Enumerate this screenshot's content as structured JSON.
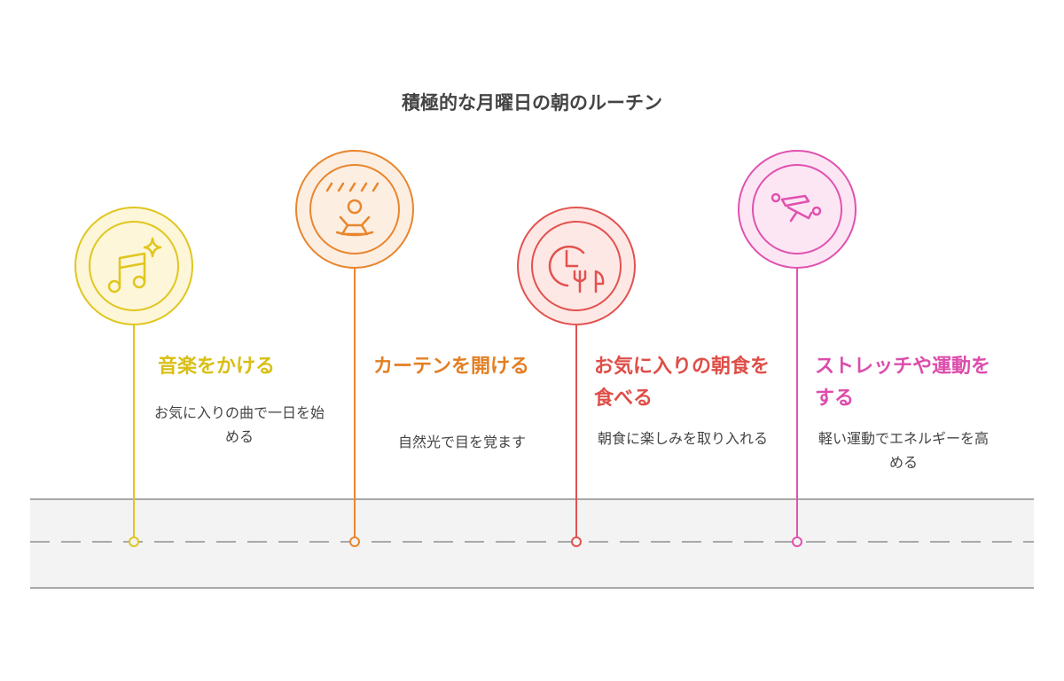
{
  "title": "積極的な月曜日の朝のルーチン",
  "steps": [
    {
      "title": "音楽をかける",
      "description": "お気に入りの曲で一日を始める",
      "icon": "music-notes-sparkle-icon",
      "color": "#E0C61E",
      "fill": "#FDF6D8"
    },
    {
      "title": "カーテンを開ける",
      "description": "自然光で目を覚ます",
      "icon": "person-window-light-icon",
      "color": "#E8862E",
      "fill": "#FDEEE2"
    },
    {
      "title": "お気に入りの朝食を食べる",
      "description": "朝食に楽しみを取り入れる",
      "icon": "clock-fork-knife-icon",
      "color": "#E2524E",
      "fill": "#FDE8E6"
    },
    {
      "title": "ストレッチや運動をする",
      "description": "軽い運動でエネルギーを高める",
      "icon": "stretching-person-icon",
      "color": "#E052B0",
      "fill": "#FCE6F4"
    }
  ]
}
